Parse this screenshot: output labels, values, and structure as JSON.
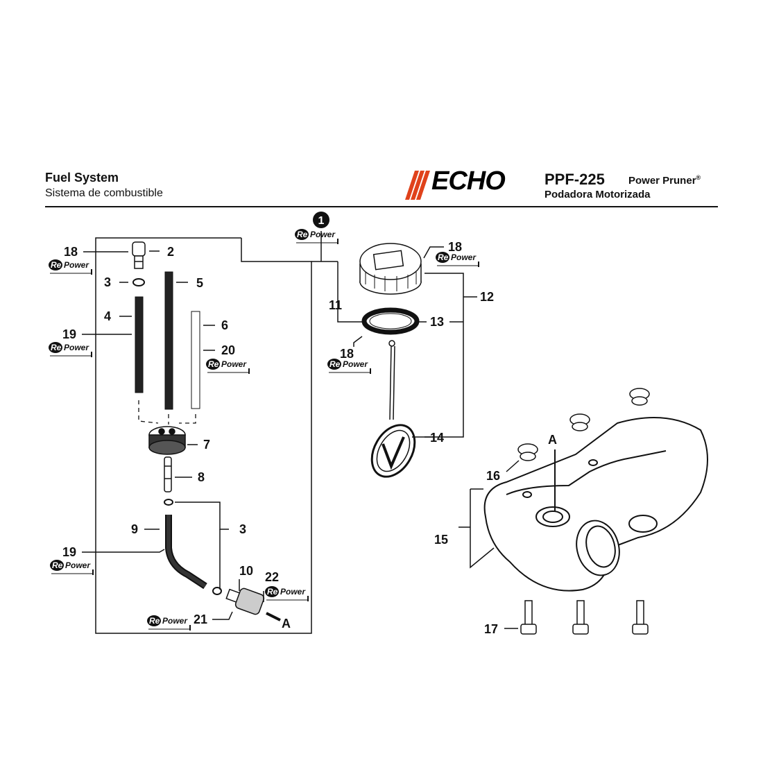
{
  "header": {
    "title": "Fuel System",
    "subtitle": "Sistema de combustible",
    "brand": "ECHO",
    "model": "PPF-225",
    "product": "Power Pruner",
    "product_mark": "®",
    "product_es": "Podadora Motorizada"
  },
  "badge": {
    "prefix": "Re",
    "word": "Power"
  },
  "group_marker": "1",
  "callouts": {
    "c18a": "18",
    "c2": "2",
    "c3a": "3",
    "c5": "5",
    "c4": "4",
    "c19a": "19",
    "c6": "6",
    "c20": "20",
    "c7": "7",
    "c8": "8",
    "c9": "9",
    "c3b": "3",
    "c19b": "19",
    "c10": "10",
    "c22": "22",
    "c21": "21",
    "cA1": "A",
    "c18b": "18",
    "c11": "11",
    "c12": "12",
    "c13": "13",
    "c18c": "18",
    "c14": "14",
    "cA2": "A",
    "c16": "16",
    "c15": "15",
    "c17": "17"
  },
  "colors": {
    "ink": "#111111",
    "logo_stripes": "#e0421b"
  }
}
